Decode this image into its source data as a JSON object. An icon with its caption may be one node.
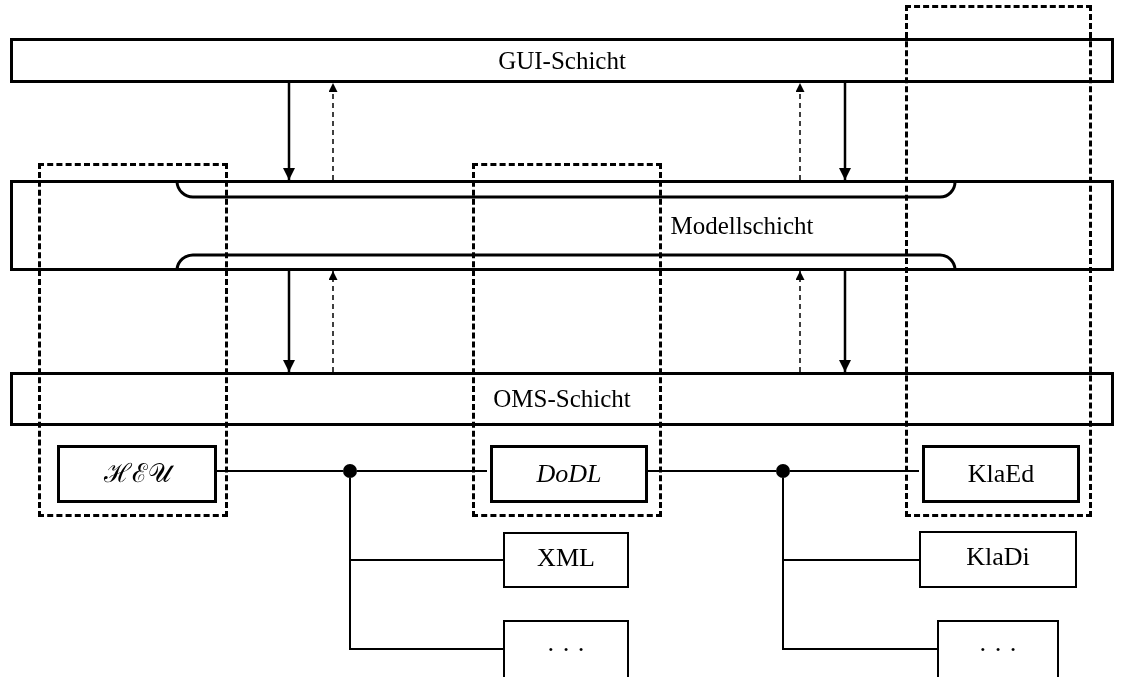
{
  "diagram": {
    "nodes": [
      {
        "text": [
          "GUI-Schicht"
        ]
      },
      {
        "text": [
          "Modellschicht"
        ]
      },
      {
        "text": [
          "OMS-Schicht"
        ]
      },
      {
        "text": [],
        "shape": "box"
      },
      {
        "text": [
          "ℋℰ𝒰"
        ],
        "in": 3
      },
      {
        "text": [],
        "shape": "box"
      },
      {
        "text": [
          "DoDL"
        ],
        "in": 5
      },
      {
        "text": [],
        "shape": "box"
      },
      {
        "text": [
          "KlaEd"
        ],
        "in": 7
      },
      {
        "text": [],
        "shape": "circle"
      },
      {
        "text": [],
        "shape": "circle"
      },
      {
        "text": [
          "XML"
        ]
      },
      {
        "text": [
          "KlaDi"
        ]
      },
      {
        "text": [
          "· · ·"
        ]
      },
      {
        "text": [
          "· · ·"
        ]
      }
    ],
    "edges": [
      {
        "from": 0,
        "to": 1,
        "arrow": "to"
      },
      {
        "from": 1,
        "to": 0,
        "arrow": "to",
        "style": "dashed"
      },
      {
        "from": 1,
        "to": 0,
        "arrow": "to",
        "style": "dashed"
      },
      {
        "from": 0,
        "to": 1,
        "arrow": "to"
      },
      {
        "from": 1,
        "to": 2,
        "arrow": "to"
      },
      {
        "from": 2,
        "to": 1,
        "arrow": "to",
        "style": "dashed"
      },
      {
        "from": 2,
        "to": 1,
        "arrow": "to",
        "style": "dashed"
      },
      {
        "from": 1,
        "to": 2,
        "arrow": "to"
      },
      {
        "from": 4,
        "to": 9,
        "arrow": "none"
      },
      {
        "from": 9,
        "to": 6,
        "arrow": "none"
      },
      {
        "from": 9,
        "to": 11,
        "arrow": "none"
      },
      {
        "from": 9,
        "to": 13,
        "arrow": "none"
      },
      {
        "from": 6,
        "to": 10,
        "arrow": "none"
      },
      {
        "from": 10,
        "to": 8,
        "arrow": "none"
      },
      {
        "from": 10,
        "to": 12,
        "arrow": "none"
      },
      {
        "from": 10,
        "to": 14,
        "arrow": "none"
      }
    ]
  }
}
